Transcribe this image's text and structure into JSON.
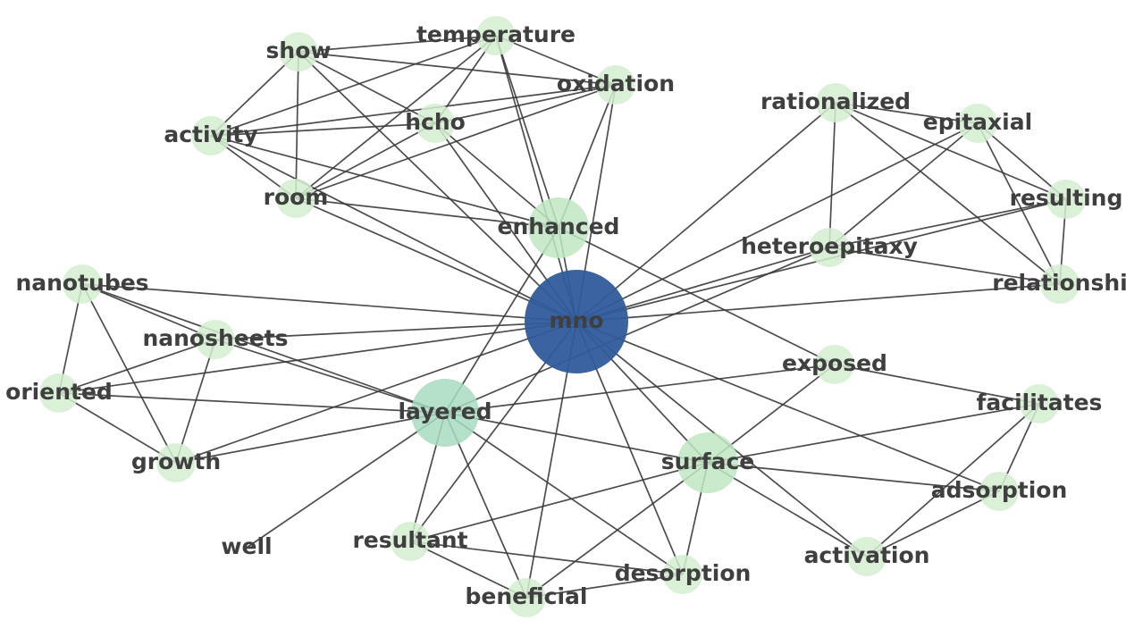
{
  "graph": {
    "colors": {
      "hub": "#2f5b9a",
      "secondary": "#a8dbc0",
      "tertiary": "#bfe6c2",
      "leaf": "#d5efd0",
      "edge": "#3a3a3a",
      "label": "#3f3f3f"
    },
    "nodes": [
      {
        "id": "mno",
        "label": "mno",
        "size": "hub"
      },
      {
        "id": "layered",
        "label": "layered",
        "size": "secondary"
      },
      {
        "id": "surface",
        "label": "surface",
        "size": "tertiary"
      },
      {
        "id": "enhanced",
        "label": "enhanced",
        "size": "tertiary"
      },
      {
        "id": "temperature",
        "label": "temperature",
        "size": "leaf"
      },
      {
        "id": "show",
        "label": "show",
        "size": "leaf"
      },
      {
        "id": "oxidation",
        "label": "oxidation",
        "size": "leaf"
      },
      {
        "id": "hcho",
        "label": "hcho",
        "size": "leaf"
      },
      {
        "id": "activity",
        "label": "activity",
        "size": "leaf"
      },
      {
        "id": "room",
        "label": "room",
        "size": "leaf"
      },
      {
        "id": "rationalized",
        "label": "rationalized",
        "size": "leaf"
      },
      {
        "id": "epitaxial",
        "label": "epitaxial",
        "size": "leaf"
      },
      {
        "id": "resulting",
        "label": "resulting",
        "size": "leaf"
      },
      {
        "id": "heteroepitaxy",
        "label": "heteroepitaxy",
        "size": "leaf"
      },
      {
        "id": "relationship",
        "label": "relationshi",
        "size": "leaf"
      },
      {
        "id": "nanotubes",
        "label": "nanotubes",
        "size": "leaf"
      },
      {
        "id": "nanosheets",
        "label": "nanosheets",
        "size": "leaf"
      },
      {
        "id": "oriented",
        "label": "oriented",
        "size": "leaf"
      },
      {
        "id": "growth",
        "label": "growth",
        "size": "leaf"
      },
      {
        "id": "exposed",
        "label": "exposed",
        "size": "leaf"
      },
      {
        "id": "facilitates",
        "label": "facilitates",
        "size": "leaf"
      },
      {
        "id": "adsorption",
        "label": "adsorption",
        "size": "leaf"
      },
      {
        "id": "activation",
        "label": "activation",
        "size": "leaf"
      },
      {
        "id": "well",
        "label": "well",
        "size": "none"
      },
      {
        "id": "resultant",
        "label": "resultant",
        "size": "leaf"
      },
      {
        "id": "desorption",
        "label": "desorption",
        "size": "leaf"
      },
      {
        "id": "beneficial",
        "label": "beneficial",
        "size": "leaf"
      }
    ],
    "edges": [
      [
        "show",
        "temperature"
      ],
      [
        "show",
        "oxidation"
      ],
      [
        "show",
        "activity"
      ],
      [
        "show",
        "room"
      ],
      [
        "show",
        "hcho"
      ],
      [
        "show",
        "mno"
      ],
      [
        "temperature",
        "activity"
      ],
      [
        "temperature",
        "room"
      ],
      [
        "temperature",
        "hcho"
      ],
      [
        "temperature",
        "oxidation"
      ],
      [
        "temperature",
        "enhanced"
      ],
      [
        "temperature",
        "mno"
      ],
      [
        "oxidation",
        "activity"
      ],
      [
        "oxidation",
        "room"
      ],
      [
        "oxidation",
        "hcho"
      ],
      [
        "oxidation",
        "enhanced"
      ],
      [
        "oxidation",
        "mno"
      ],
      [
        "activity",
        "hcho"
      ],
      [
        "activity",
        "room"
      ],
      [
        "activity",
        "enhanced"
      ],
      [
        "activity",
        "mno"
      ],
      [
        "hcho",
        "room"
      ],
      [
        "hcho",
        "enhanced"
      ],
      [
        "hcho",
        "mno"
      ],
      [
        "room",
        "enhanced"
      ],
      [
        "room",
        "mno"
      ],
      [
        "enhanced",
        "mno"
      ],
      [
        "enhanced",
        "layered"
      ],
      [
        "enhanced",
        "exposed"
      ],
      [
        "rationalized",
        "epitaxial"
      ],
      [
        "rationalized",
        "resulting"
      ],
      [
        "rationalized",
        "heteroepitaxy"
      ],
      [
        "rationalized",
        "relationship"
      ],
      [
        "rationalized",
        "mno"
      ],
      [
        "epitaxial",
        "resulting"
      ],
      [
        "epitaxial",
        "relationship"
      ],
      [
        "epitaxial",
        "heteroepitaxy"
      ],
      [
        "epitaxial",
        "mno"
      ],
      [
        "resulting",
        "heteroepitaxy"
      ],
      [
        "resulting",
        "relationship"
      ],
      [
        "resulting",
        "mno"
      ],
      [
        "heteroepitaxy",
        "relationship"
      ],
      [
        "heteroepitaxy",
        "mno"
      ],
      [
        "heteroepitaxy",
        "layered"
      ],
      [
        "relationship",
        "mno"
      ],
      [
        "nanotubes",
        "oriented"
      ],
      [
        "nanotubes",
        "growth"
      ],
      [
        "nanotubes",
        "nanosheets"
      ],
      [
        "nanotubes",
        "layered"
      ],
      [
        "nanotubes",
        "mno"
      ],
      [
        "nanosheets",
        "oriented"
      ],
      [
        "nanosheets",
        "growth"
      ],
      [
        "nanosheets",
        "layered"
      ],
      [
        "nanosheets",
        "mno"
      ],
      [
        "oriented",
        "growth"
      ],
      [
        "oriented",
        "layered"
      ],
      [
        "oriented",
        "mno"
      ],
      [
        "growth",
        "layered"
      ],
      [
        "growth",
        "mno"
      ],
      [
        "exposed",
        "layered"
      ],
      [
        "exposed",
        "surface"
      ],
      [
        "exposed",
        "facilitates"
      ],
      [
        "facilitates",
        "surface"
      ],
      [
        "facilitates",
        "adsorption"
      ],
      [
        "facilitates",
        "activation"
      ],
      [
        "adsorption",
        "surface"
      ],
      [
        "adsorption",
        "activation"
      ],
      [
        "adsorption",
        "mno"
      ],
      [
        "activation",
        "surface"
      ],
      [
        "activation",
        "mno"
      ],
      [
        "well",
        "layered"
      ],
      [
        "resultant",
        "layered"
      ],
      [
        "resultant",
        "mno"
      ],
      [
        "resultant",
        "surface"
      ],
      [
        "resultant",
        "desorption"
      ],
      [
        "resultant",
        "beneficial"
      ],
      [
        "desorption",
        "layered"
      ],
      [
        "desorption",
        "mno"
      ],
      [
        "desorption",
        "surface"
      ],
      [
        "desorption",
        "beneficial"
      ],
      [
        "beneficial",
        "layered"
      ],
      [
        "beneficial",
        "mno"
      ],
      [
        "beneficial",
        "surface"
      ],
      [
        "surface",
        "layered"
      ],
      [
        "surface",
        "mno"
      ]
    ],
    "strong_edges": [
      [
        "layered",
        "mno"
      ],
      [
        "mno",
        "exposed"
      ]
    ]
  }
}
